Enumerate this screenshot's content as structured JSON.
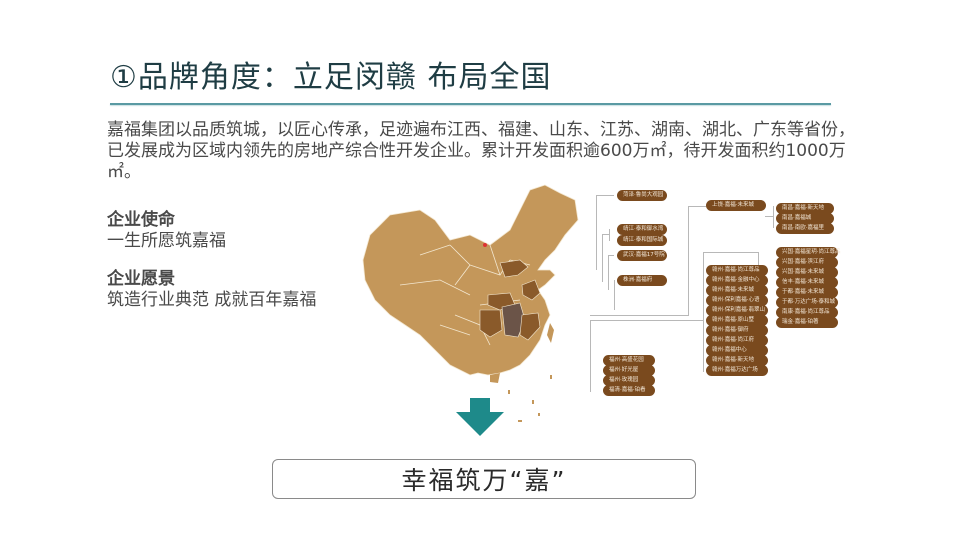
{
  "title": {
    "number": "①",
    "text": "品牌角度：立足闵赣 布局全国"
  },
  "intro": "嘉福集团以品质筑城，以匠心传承，足迹遍布江西、福建、山东、江苏、湖南、湖北、广东等省份，已发展成为区域内领先的房地产综合性开发企业。累计开发面积逾600万㎡，待开发面积约1000万㎡。",
  "mission": {
    "heading": "企业使命",
    "text": "一生所愿筑嘉福"
  },
  "vision": {
    "heading": "企业愿景",
    "text": "筑造行业典范 成就百年嘉福"
  },
  "map": {
    "colors": {
      "base": "#c4975a",
      "dark": "#8a5a2a",
      "jiangxi": "#6b5448",
      "border": "#f3e7d0",
      "label_bg": "#7a4a1e",
      "label_text": "#f2e6d6",
      "connector": "#b8b8b8"
    },
    "labels_col1": [
      "菏泽·鲁尚大观园",
      "靖江·泰和御水湾",
      "靖江·泰和国际城",
      "武汉·嘉福17号院",
      "株洲·嘉福府"
    ],
    "labels_fuzhou": [
      "福州·高盛花园",
      "福州·好光屋",
      "福州·玫瑰园",
      "福清·嘉福·铂看"
    ],
    "labels_shangrao": [
      "上饶·嘉福·未来城"
    ],
    "labels_nanchang": [
      "南昌·嘉福·新天地",
      "南昌·嘉福城",
      "南昌·南欧·嘉福里"
    ],
    "labels_ganzhou": [
      "赣州·嘉福·尚江尊品",
      "赣州·嘉福·金融中心",
      "赣州·嘉福·未来城",
      "赣州·保利嘉福·心语",
      "赣州·保利嘉福·翡翠山",
      "赣州·嘉福·原山墅",
      "赣州·嘉福·御府",
      "赣州·嘉福·尚江府",
      "赣州·嘉福中心",
      "赣州·嘉福·新天地",
      "赣州·嘉福万达广场"
    ],
    "labels_right": [
      "兴国·嘉福星玥·尚江尊品",
      "兴国·嘉福·滨江府",
      "兴国·嘉福·未来城",
      "信丰·嘉福·未来城",
      "于都·嘉福·未来城",
      "于都·万达广场·泰和城",
      "南康·嘉福·尚江尊品",
      "瑞金·嘉福·铂著"
    ]
  },
  "arrow": {
    "color": "#1e8a8a"
  },
  "slogan": "幸福筑万“嘉”"
}
